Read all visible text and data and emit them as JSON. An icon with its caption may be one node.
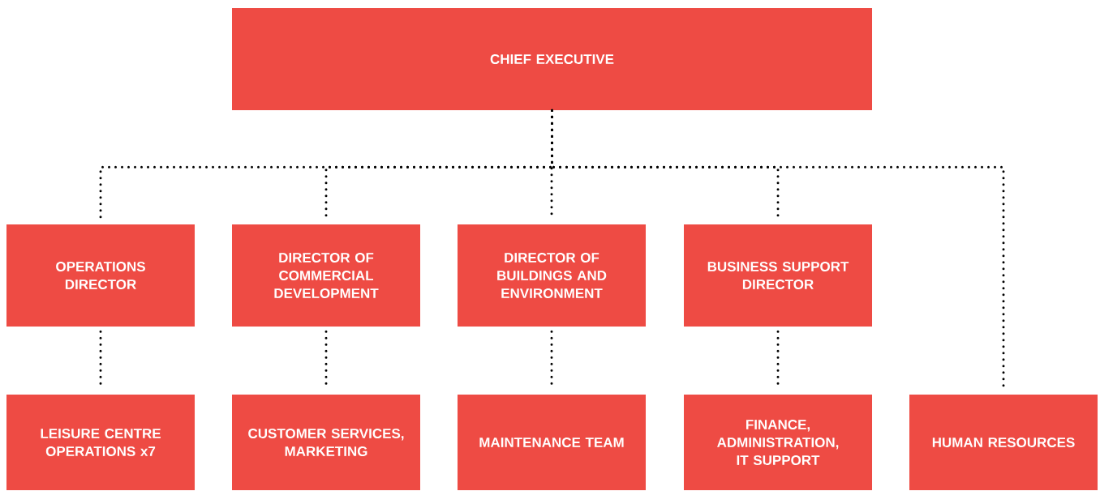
{
  "diagram": {
    "nodes": [
      {
        "text": [
          "CHIEF EXECUTIVE"
        ]
      },
      {
        "text": [
          "OPERATIONS DIRECTOR"
        ]
      },
      {
        "text": [
          "DIRECTOR OF COMMERCIAL DEVELOPMENT"
        ]
      },
      {
        "text": [
          "DIRECTOR OF BUILDINGS AND ENVIRONMENT"
        ]
      },
      {
        "text": [
          "BUSINESS SUPPORT DIRECTOR"
        ]
      },
      {
        "text": [
          "LEISURE CENTRE OPERATIONS x7"
        ]
      },
      {
        "text": [
          "CUSTOMER SERVICES, MARKETING"
        ]
      },
      {
        "text": [
          "MAINTENANCE TEAM"
        ]
      },
      {
        "text": [
          "FINANCE, ADMINISTRATION, IT SUPPORT"
        ]
      },
      {
        "text": [
          "HUMAN RESOURCES"
        ]
      }
    ],
    "edges": [
      {
        "from": 0,
        "to": 1,
        "arrow": "none"
      },
      {
        "from": 0,
        "to": 2,
        "arrow": "none"
      },
      {
        "from": 0,
        "to": 3,
        "arrow": "none"
      },
      {
        "from": 0,
        "to": 4,
        "arrow": "none"
      },
      {
        "from": 0,
        "to": 9,
        "arrow": "none"
      },
      {
        "from": 1,
        "to": 5,
        "arrow": "none"
      },
      {
        "from": 2,
        "to": 6,
        "arrow": "none"
      },
      {
        "from": 3,
        "to": 7,
        "arrow": "none"
      },
      {
        "from": 4,
        "to": 8,
        "arrow": "none"
      }
    ]
  }
}
